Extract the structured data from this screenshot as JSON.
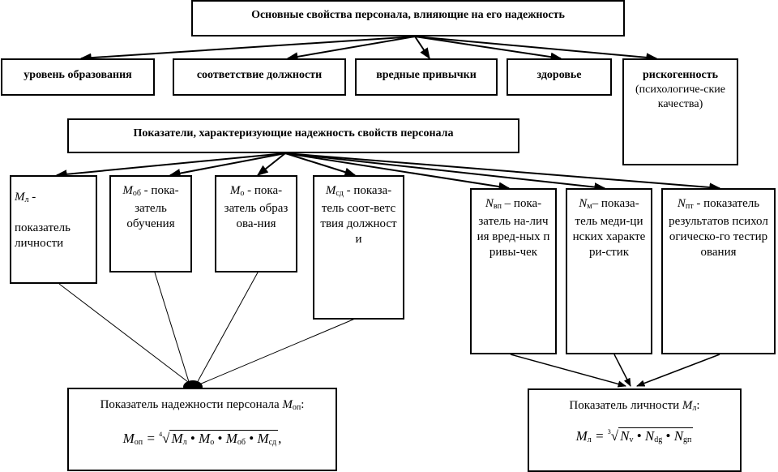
{
  "top_level": {
    "title": "Основные свойства персонала, влияющие на его надежность",
    "properties": [
      {
        "label": "уровень образования"
      },
      {
        "label": "соответствие должности"
      },
      {
        "label": "вредные привычки"
      },
      {
        "label": "здоровье"
      },
      {
        "label": "рискогенность",
        "note": "(психологиче-ские качества)"
      }
    ]
  },
  "indicators": {
    "title": "Показатели, характеризующие надежность свойств персонала",
    "items": [
      {
        "symbol": "M",
        "sub": "л",
        "suffix": " -",
        "desc": "показатель личности"
      },
      {
        "symbol": "M",
        "sub": "об",
        "suffix": " - пока-",
        "desc": "затель обучения"
      },
      {
        "symbol": "M",
        "sub": "о",
        "suffix": " - пока-",
        "desc": "затель образова-ния"
      },
      {
        "symbol": "M",
        "sub": "сд",
        "suffix": " - показа-",
        "desc": "тель соот-ветствия должности"
      },
      {
        "symbol": "N",
        "sub": "вп",
        "suffix": " – пока-",
        "desc": "затель на-личия вред-ных привы-чек"
      },
      {
        "symbol": "N",
        "sub": "м",
        "suffix": "– показа-",
        "desc": "тель меди-цинских характери-стик"
      },
      {
        "symbol": "N",
        "sub": "пт",
        "suffix": " - показатель",
        "desc": "результатов психологическо-го тестирования"
      }
    ]
  },
  "results": {
    "reliability": {
      "title": "Показатель надежности персонала",
      "symbol": "M",
      "sub": "оп",
      "formula_lhs": "M",
      "formula_lhs_sub": "оп",
      "root_index": "4",
      "terms": [
        {
          "s": "M",
          "sub": "л"
        },
        {
          "s": "M",
          "sub": "о"
        },
        {
          "s": "M",
          "sub": "об"
        },
        {
          "s": "M",
          "sub": "сд"
        }
      ],
      "trailing": ","
    },
    "personality": {
      "title": "Показатель личности",
      "symbol": "M",
      "sub": "л",
      "formula_lhs": "M",
      "formula_lhs_sub": "л",
      "root_index": "3",
      "terms": [
        {
          "s": "N",
          "sub": "v"
        },
        {
          "s": "N",
          "sub": "dg"
        },
        {
          "s": "N",
          "sub": "gп"
        }
      ],
      "trailing": ""
    }
  },
  "operator": "•",
  "colors": {
    "line": "#000000",
    "background": "#ffffff"
  }
}
